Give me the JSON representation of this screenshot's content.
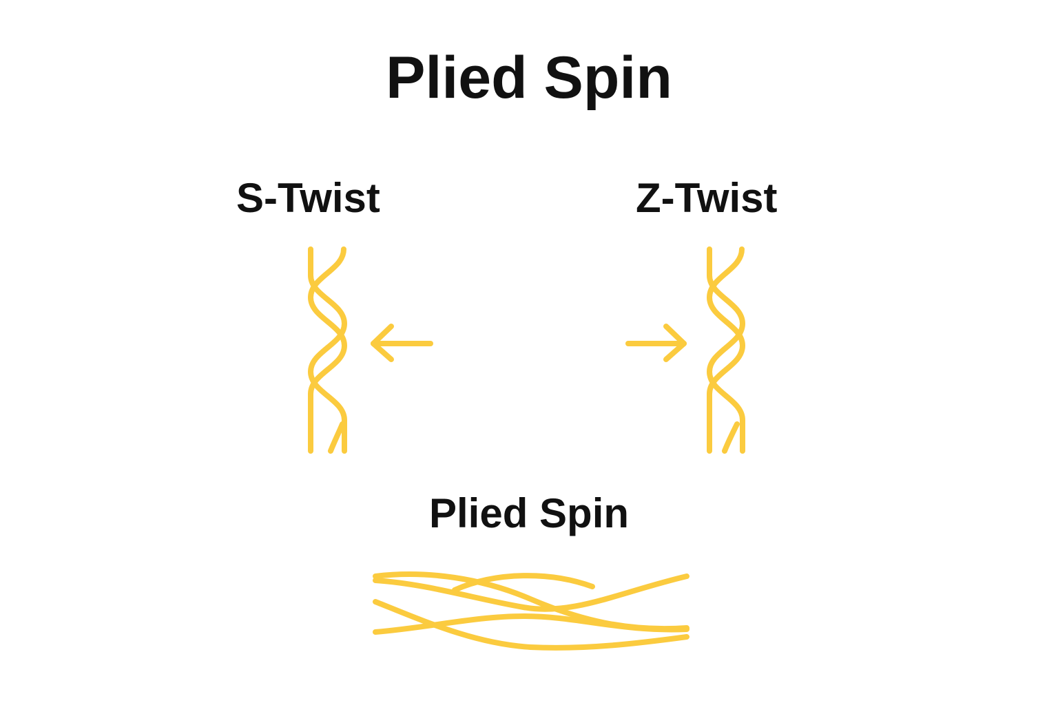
{
  "title": "Plied Spin",
  "left_label": "S-Twist",
  "right_label": "Z-Twist",
  "bottom_label": "Plied Spin",
  "colors": {
    "yarn": "#FBCB3F",
    "text": "#111111",
    "background": "#ffffff"
  },
  "icons": {
    "left_arrow": "arrow-left-icon",
    "right_arrow": "arrow-right-icon"
  }
}
